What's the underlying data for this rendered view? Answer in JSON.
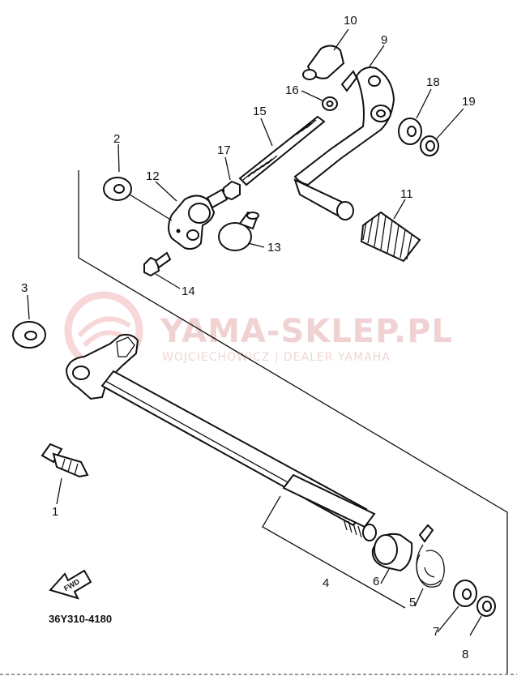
{
  "watermark": {
    "title": "YAMA-SKLEP.PL",
    "subtitle": "WOJCIECHOWICZ | DEALER YAMAHA"
  },
  "diagram_code": "36Y310-4180",
  "fwd_label": "FWD",
  "callouts": {
    "p1": "1",
    "p2": "2",
    "p3": "3",
    "p4": "4",
    "p5": "5",
    "p6": "6",
    "p7": "7",
    "p8": "8",
    "p9": "9",
    "p10": "10",
    "p11": "11",
    "p12": "12",
    "p13": "13",
    "p14": "14",
    "p15": "15",
    "p16": "16",
    "p17": "17",
    "p18": "18",
    "p19": "19"
  }
}
